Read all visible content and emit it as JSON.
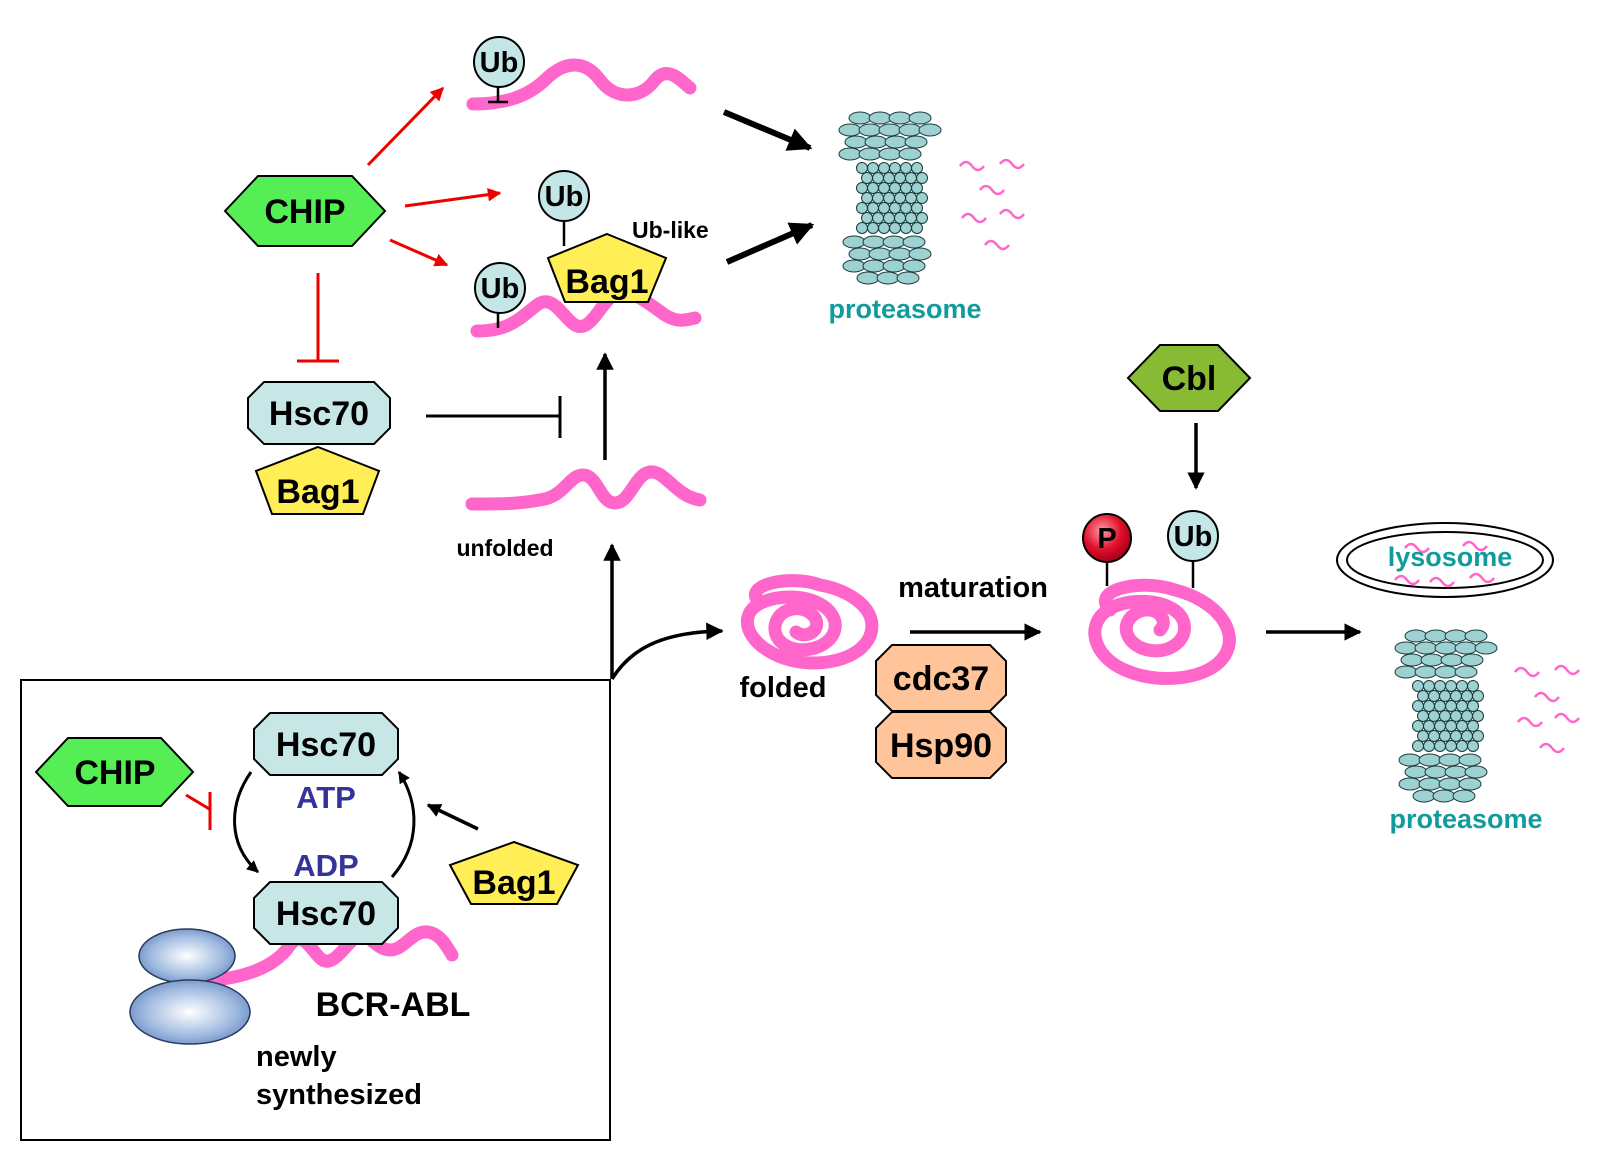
{
  "labels": {
    "chip_top": "CHIP",
    "chip_box": "CHIP",
    "ub_1": "Ub",
    "ub_2": "Ub",
    "ub_3": "Ub",
    "ub_4": "Ub",
    "ub_like": "Ub-like",
    "bag1_top": "Bag1",
    "bag1_mid": "Bag1",
    "bag1_box": "Bag1",
    "proteasome_top": "proteasome",
    "proteasome_right": "proteasome",
    "hsc70_mid": "Hsc70",
    "hsc70_box_top": "Hsc70",
    "hsc70_box_bottom": "Hsc70",
    "unfolded": "unfolded",
    "folded": "folded",
    "maturation": "maturation",
    "cbl": "Cbl",
    "p": "P",
    "lysosome": "lysosome",
    "cdc37": "cdc37",
    "hsp90": "Hsp90",
    "atp": "ATP",
    "adp": "ADP",
    "bcr_abl": "BCR-ABL",
    "newly": "newly",
    "synthesized": "synthesized"
  },
  "colors": {
    "chip": "#55ee55",
    "ub": "#c4e6e6",
    "hsc70": "#c7e6e6",
    "bag1": "#ffee55",
    "cbl": "#88bb33",
    "chaperone": "#ffc49a",
    "protein": "#ff66cc",
    "phospho": "#e0102a",
    "inhibit": "#e00000",
    "teal_text": "#109c9c",
    "nucleotide_text": "#333399",
    "proteasome": "#9ed2d2",
    "ribosome": "#8fb0d8"
  }
}
